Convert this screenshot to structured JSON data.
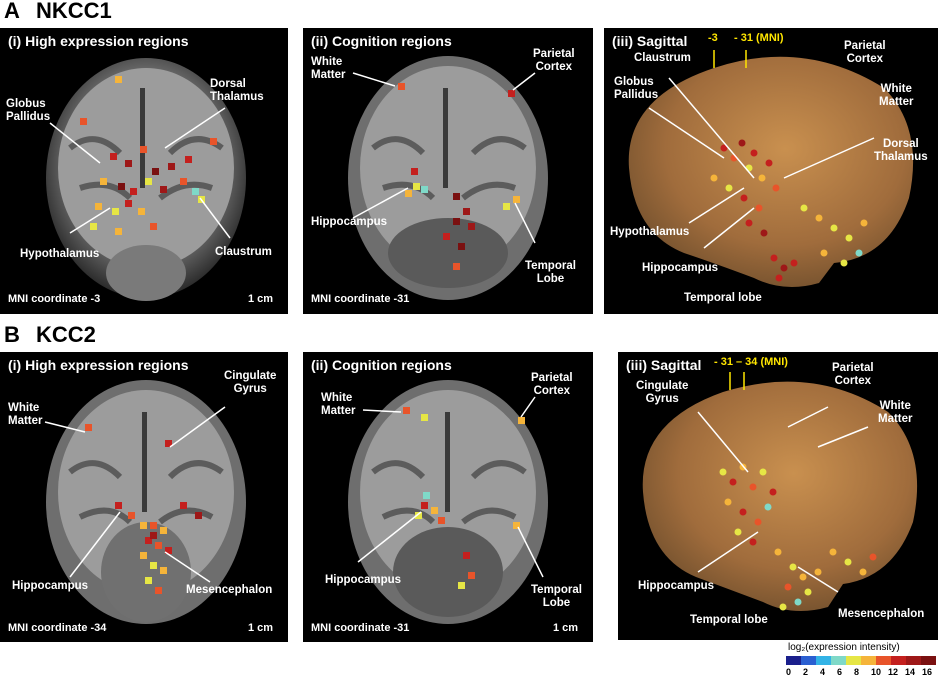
{
  "section_a": {
    "letter": "A",
    "gene": "NKCC1",
    "panel_i": {
      "title": "(i) High expression regions",
      "labels": [
        "Globus\nPallidus",
        "Dorsal\nThalamus",
        "Hypothalamus",
        "Claustrum"
      ],
      "mni": "MNI coordinate -3",
      "scale": "1 cm"
    },
    "panel_ii": {
      "title": "(ii) Cognition regions",
      "labels": [
        "White\nMatter",
        "Parietal\nCortex",
        "Hippocampus",
        "Temporal\nLobe"
      ],
      "mni": "MNI coordinate -31"
    },
    "panel_iii": {
      "title": "(iii) Sagittal",
      "markers": [
        "-3",
        "- 31 (MNI)"
      ],
      "labels": [
        "Claustrum",
        "Globus\nPallidus",
        "Parietal\nCortex",
        "White\nMatter",
        "Dorsal\nThalamus",
        "Hypothalamus",
        "Hippocampus",
        "Temporal lobe"
      ]
    }
  },
  "section_b": {
    "letter": "B",
    "gene": "KCC2",
    "panel_i": {
      "title": "(i) High expression regions",
      "labels": [
        "White\nMatter",
        "Cingulate\nGyrus",
        "Hippocampus",
        "Mesencephalon"
      ],
      "mni": "MNI coordinate -34",
      "scale": "1 cm"
    },
    "panel_ii": {
      "title": "(ii) Cognition regions",
      "labels": [
        "White\nMatter",
        "Parietal\nCortex",
        "Hippocampus",
        "Temporal\nLobe"
      ],
      "mni": "MNI coordinate -31",
      "scale": "1 cm"
    },
    "panel_iii": {
      "title": "(iii) Sagittal",
      "markers": [
        "- 31 – 34 (MNI)"
      ],
      "labels": [
        "Cingulate\nGyrus",
        "Parietal\nCortex",
        "White\nMatter",
        "Hippocampus",
        "Temporal lobe",
        "Mesencephalon"
      ]
    }
  },
  "legend": {
    "title": "log₂(expression intensity)",
    "ticks": [
      "0",
      "2",
      "4",
      "6",
      "8",
      "10",
      "12",
      "14",
      "16"
    ],
    "colors": [
      "#1a1f8c",
      "#2a5fd1",
      "#33b3e6",
      "#7fd9c8",
      "#e6e645",
      "#f5b43a",
      "#e8542a",
      "#c4201e",
      "#9e1818",
      "#7a1010"
    ]
  },
  "colors": {
    "scan_background": "#000000",
    "annotation_text": "#ffffff",
    "mni_marker": "#ffe600",
    "brain_surface": "#b07a4a"
  }
}
